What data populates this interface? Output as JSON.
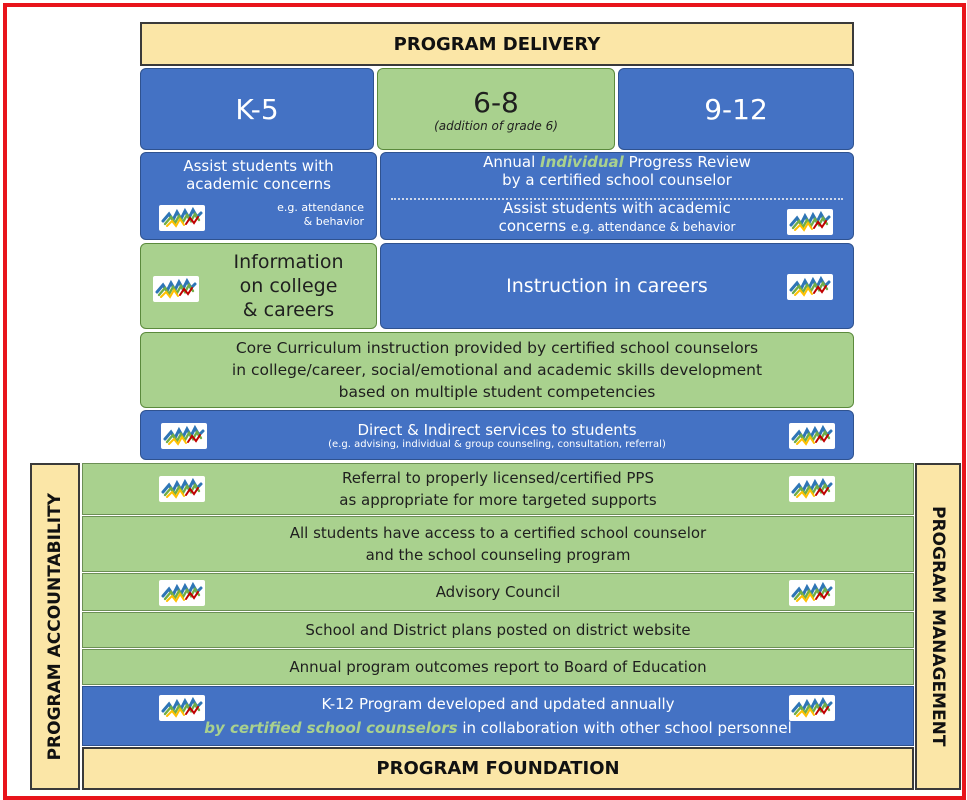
{
  "header": {
    "title": "PROGRAM DELIVERY"
  },
  "grades": {
    "k5": "K-5",
    "g68": "6-8",
    "g68_note": "(addition of grade 6)",
    "g912": "9-12"
  },
  "assist_left": {
    "line1": "Assist students with",
    "line2": "academic concerns",
    "eg1": "e.g. attendance",
    "eg2": "& behavior"
  },
  "annual_review": {
    "part1": "Annual",
    "part2": "Individual",
    "part3": "Progress Review",
    "line2": "by a certified school counselor"
  },
  "assist_right": {
    "line1": "Assist students with academic",
    "line2a": "concerns",
    "line2b": "e.g. attendance & behavior"
  },
  "info_college": {
    "line1": "Information",
    "line2": "on college",
    "line3": "& careers"
  },
  "instruction_careers": "Instruction in careers",
  "core_curriculum": {
    "line1": "Core Curriculum instruction provided by certified school counselors",
    "line2": "in college/career, social/emotional and academic skills development",
    "line3": "based on multiple student competencies"
  },
  "direct_services": {
    "title": "Direct & Indirect services to students",
    "sub": "(e.g. advising, individual & group counseling, consultation, referral)"
  },
  "referral": {
    "line1": "Referral to properly licensed/certified PPS",
    "line2": "as appropriate for more targeted supports"
  },
  "access": {
    "line1": "All students have access to a certified school counselor",
    "line2": "and the school counseling program"
  },
  "advisory": "Advisory Council",
  "plans": "School and District plans posted on district website",
  "outcomes": "Annual program outcomes report to Board of Education",
  "k12": {
    "line1": "K-12 Program developed and updated annually",
    "line2a": "by certified school counselors",
    "line2b": "in collaboration with other school personnel"
  },
  "footer": {
    "title": "PROGRAM FOUNDATION"
  },
  "side_left": "PROGRAM ACCOUNTABILITY",
  "side_right": "PROGRAM MANAGEMENT",
  "logo_icon": "nys-school-counselor-logo-icon",
  "colors": {
    "border_red": "#e8141b",
    "tan": "#fbe6a7",
    "blue": "#4472c4",
    "green": "#a9d18e"
  }
}
